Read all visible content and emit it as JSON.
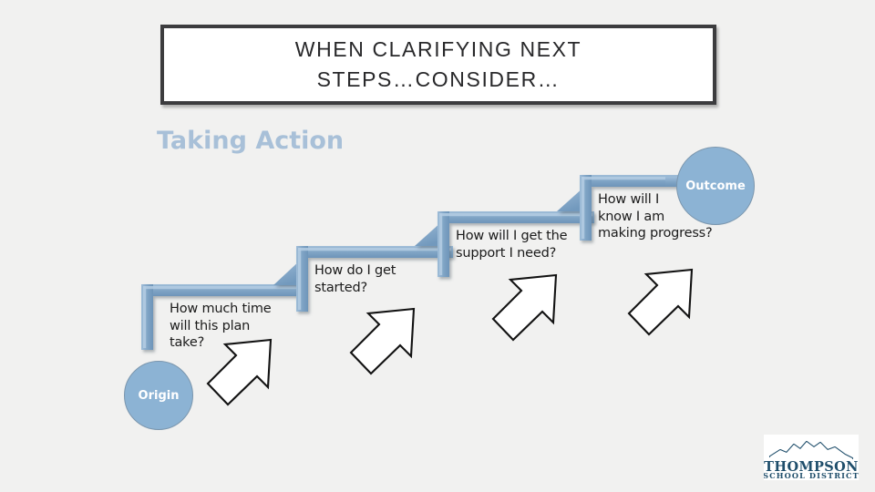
{
  "slide": {
    "background_color": "#f1f1f0",
    "title": "WHEN CLARIFYING NEXT\nSTEPS…CONSIDER…",
    "heading": "Taking Action"
  },
  "diagram": {
    "type": "staircase-process",
    "start_node": {
      "label": "Origin"
    },
    "end_node": {
      "label": "Outcome"
    },
    "steps": [
      {
        "index": 1,
        "label": "How much time\nwill this plan\ntake?"
      },
      {
        "index": 2,
        "label": "How do I get\nstarted?"
      },
      {
        "index": 3,
        "label": "How will I get the\nsupport I need?"
      },
      {
        "index": 4,
        "label": "How will I\nknow I am\nmaking progress?"
      }
    ],
    "arrow_count": 4,
    "colors": {
      "step_bracket": "#7fa4c6",
      "step_bracket_highlight": "#a9c4dd",
      "circle_fill": "#8cb3d4",
      "circle_text": "#ffffff",
      "arrow_stroke": "#111111",
      "arrow_fill": "#ffffff",
      "heading_text": "#a8c0d8",
      "title_border": "#3c3c3e",
      "title_fill": "#ffffff"
    }
  },
  "logo": {
    "name": "thompson-school-district-logo",
    "line1": "THOMPSON",
    "line2": "SCHOOL DISTRICT",
    "color": "#1f4e6b"
  }
}
